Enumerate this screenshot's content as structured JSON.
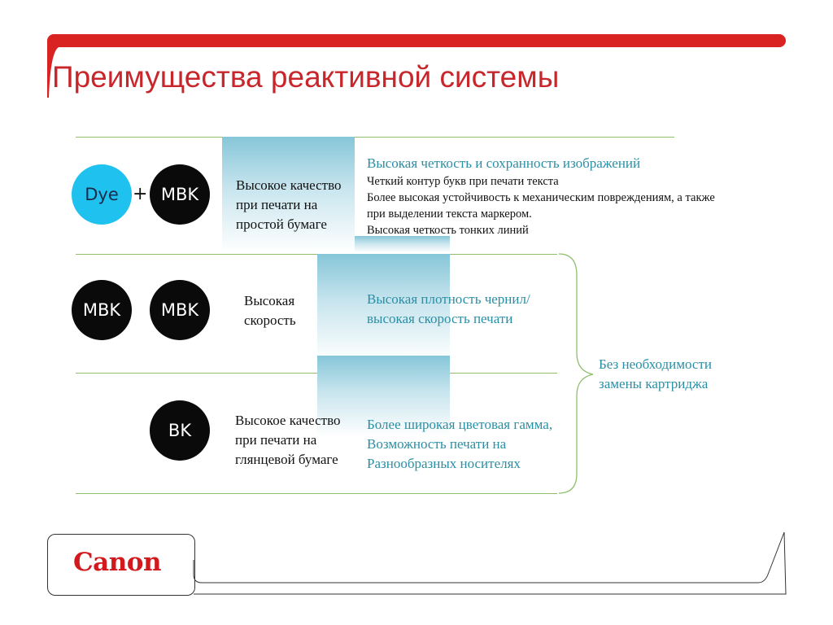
{
  "title": "Преимущества реактивной системы",
  "colors": {
    "accent": "#d92322",
    "title": "#c8262b",
    "benefit": "#2a8fa5",
    "cyan_ink": "#1fc2ef",
    "black_ink": "#0a0a0a",
    "rule": "#8fbf6e"
  },
  "rows": [
    {
      "circles": [
        "Dye",
        "MBK"
      ],
      "plus": "+",
      "feature": [
        "Высокое качество",
        "при печати на",
        "простой бумаге"
      ],
      "benefit_head": "Высокая четкость и сохранность изображений",
      "benefit_lines": [
        "Четкий контур букв при печати текста",
        "Более высокая устойчивость к механическим повреждениям, а также",
        "при выделении текста маркером.",
        "Высокая четкость тонких линий"
      ]
    },
    {
      "circles": [
        "MBK",
        "MBK"
      ],
      "feature": [
        "Высокая",
        "скорость"
      ],
      "benefit_head": [
        "Высокая плотность чернил/",
        "высокая скорость печати"
      ]
    },
    {
      "circles": [
        "BK"
      ],
      "feature": [
        "Высокое качество",
        "при печати на",
        "глянцевой бумаге"
      ],
      "benefit_head": [
        "Более широкая цветовая гамма,",
        "Возможность печати на",
        "Разнообразных носителях"
      ]
    }
  ],
  "side_note": [
    "Без необходимости",
    "замены картриджа"
  ],
  "logo": {
    "text": "Canon",
    "icon": "canon-logo"
  }
}
